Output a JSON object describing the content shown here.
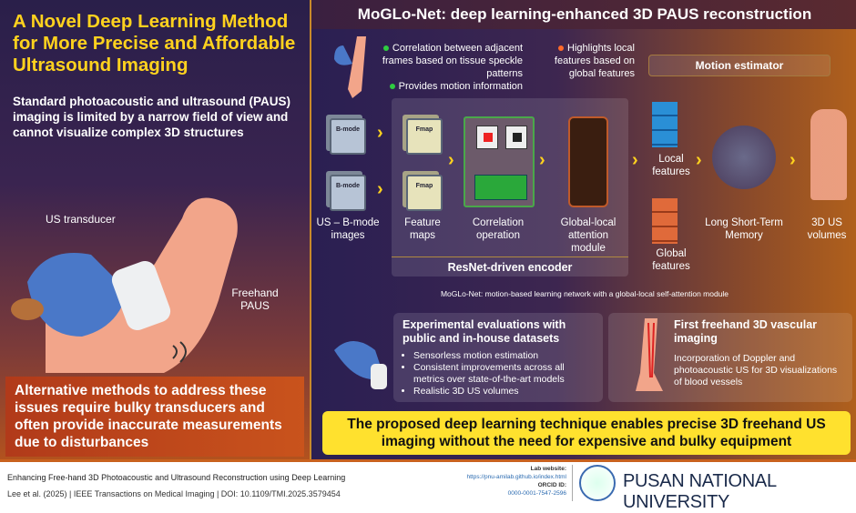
{
  "left": {
    "title": "A Novel Deep Learning Method for More Precise and Affordable Ultrasound Imaging",
    "subtitle": "Standard photoacoustic and ultrasound (PAUS) imaging is limited by a narrow field of view and cannot visualize complex 3D structures",
    "label_transducer": "US transducer",
    "label_freehand": "Freehand PAUS",
    "bottom_text": "Alternative methods to address these issues require bulky transducers and often provide inaccurate measurements due to disturbances"
  },
  "right": {
    "header": "MoGLo-Net: deep learning-enhanced 3D PAUS reconstruction",
    "note_green": [
      "Correlation between adjacent frames based on tissue speckle patterns",
      "Provides motion information"
    ],
    "note_orange": "Highlights local features based on global features",
    "motion_estimator": "Motion estimator",
    "bmode": "B-mode",
    "fmap": "Fmap",
    "cap_us": "US – B-mode images",
    "cap_feature": "Feature maps",
    "cap_corr": "Correlation operation",
    "cap_gl": "Global-local attention module",
    "encoder": "ResNet-driven encoder",
    "local_features": "Local features",
    "global_features": "Global features",
    "lstm": "Long Short-Term Memory",
    "volumes": "3D US volumes",
    "caption": "MoGLo-Net: motion-based learning network with a global-local self-attention module",
    "box1": {
      "title": "Experimental evaluations with public and in-house datasets",
      "items": [
        "Sensorless motion estimation",
        "Consistent improvements across all metrics over state-of-the-art models",
        "Realistic 3D US volumes"
      ]
    },
    "box2": {
      "title": "First freehand 3D vascular imaging",
      "text": "Incorporation of Doppler and photoacoustic US for 3D visualizations of blood vessels"
    },
    "banner": "The proposed deep learning technique enables precise 3D freehand US imaging without the need for expensive and bulky equipment"
  },
  "footer": {
    "paper_title": "Enhancing Free-hand 3D Photoacoustic and Ultrasound Reconstruction using Deep Learning",
    "citation": "Lee et al. (2025) | IEEE Transactions on Medical Imaging | DOI: 10.1109/TMI.2025.3579454",
    "lab_label": "Lab website:",
    "lab_url": "https://pnu-amilab.github.io/index.html",
    "orcid_label": "ORCID ID:",
    "orcid": "0000-0001-7547-2596",
    "university": "PUSAN NATIONAL UNIVERSITY"
  },
  "colors": {
    "title_yellow": "#ffd21e",
    "banner": "#ffe12e",
    "local": "#2a8fd6",
    "global": "#e06a3a",
    "green_dot": "#2ecc40",
    "orange_dot": "#ff6a2a"
  }
}
